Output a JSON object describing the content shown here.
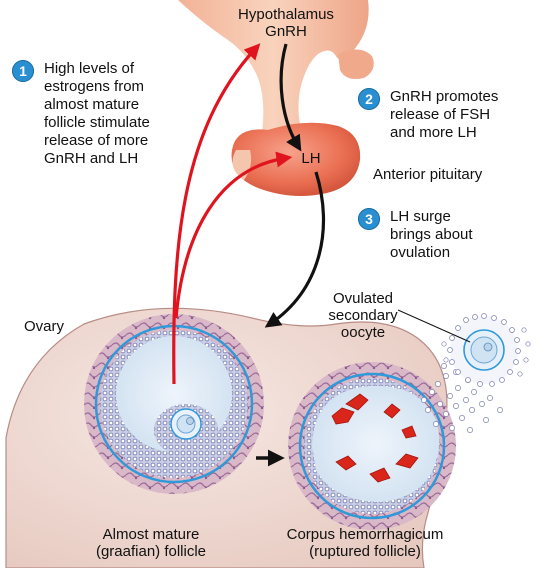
{
  "hypothalamus": {
    "title": "Hypothalamus",
    "hormone": "GnRH"
  },
  "pituitary": {
    "hormone": "LH",
    "label": "Anterior pituitary"
  },
  "steps": [
    {
      "number": "1",
      "text": "High levels of\nestrogens from\nalmost mature\nfollicle stimulate\nrelease of more\nGnRH and LH"
    },
    {
      "number": "2",
      "text": "GnRH promotes\nrelease of FSH\nand more LH"
    },
    {
      "number": "3",
      "text": "LH surge\nbrings about\novulation"
    }
  ],
  "ovary": {
    "label": "Ovary"
  },
  "oocyte": {
    "label": "Ovulated\nsecondary\noocyte"
  },
  "follicle_left": {
    "label": "Almost mature\n(graafian) follicle"
  },
  "follicle_right": {
    "label": "Corpus hemorrhagicum\n(ruptured follicle)"
  },
  "colors": {
    "badge": "#2a8fd0",
    "arrow_red": "#e0141e",
    "arrow_black": "#111111",
    "pituitary": "#e96a4f",
    "ovary": "#f1ddd6",
    "theca": "#2f9ad9"
  }
}
